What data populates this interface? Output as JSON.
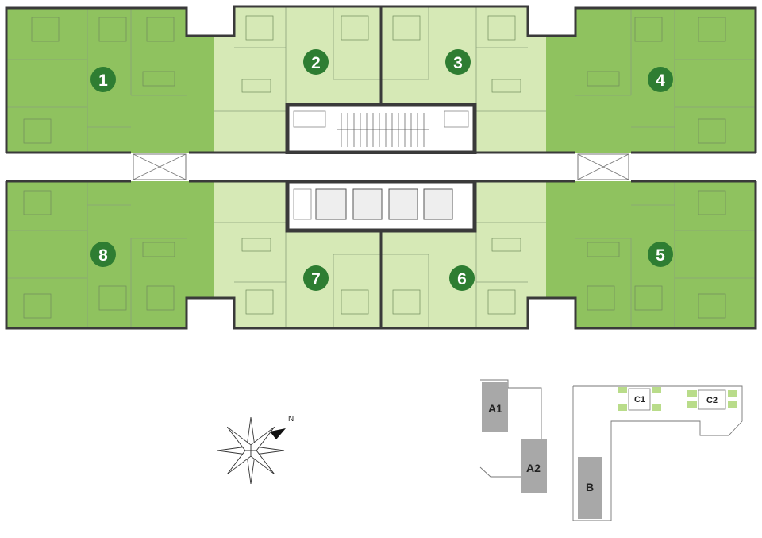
{
  "colors": {
    "unit_dark": "#8fc25f",
    "unit_light": "#d6e9b6",
    "marker": "#2e7d32",
    "wall": "#3a3a3a",
    "core": "#ffffff",
    "site_block": "#a8a8a8",
    "site_green": "#b9dc8a"
  },
  "units": [
    {
      "label": "1",
      "tone": "dark"
    },
    {
      "label": "2",
      "tone": "light"
    },
    {
      "label": "3",
      "tone": "light"
    },
    {
      "label": "4",
      "tone": "dark"
    },
    {
      "label": "5",
      "tone": "dark"
    },
    {
      "label": "6",
      "tone": "light"
    },
    {
      "label": "7",
      "tone": "light"
    },
    {
      "label": "8",
      "tone": "dark"
    }
  ],
  "compass": {
    "north_label": "N",
    "icon": "compass-rose-icon"
  },
  "site_plan": {
    "buildings": [
      {
        "label": "A1"
      },
      {
        "label": "A2"
      },
      {
        "label": "B"
      },
      {
        "label": "C1"
      },
      {
        "label": "C2"
      }
    ]
  }
}
